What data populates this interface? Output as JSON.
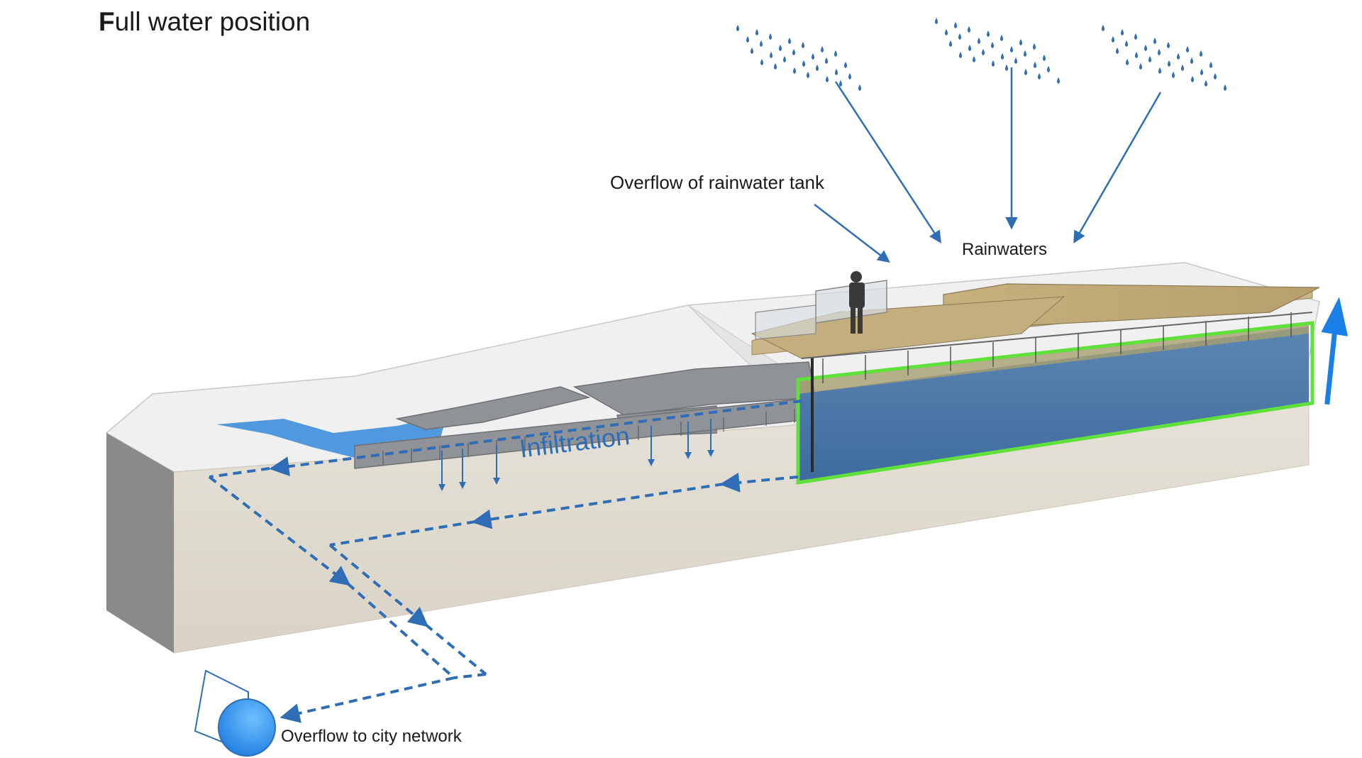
{
  "title": {
    "first_letter": "F",
    "rest": "ull water position"
  },
  "labels": {
    "overflow_tank": "Overflow of rainwater tank",
    "rainwaters": "Rainwaters",
    "infiltration": "Infiltration",
    "overflow_city": "Overflow to city network"
  },
  "colors": {
    "water": "#3a6fa8",
    "water_light": "#3f8fdc",
    "arrow_blue": "#2f6db6",
    "tank_outline": "#5fe03a",
    "ground": "#e0dbd0",
    "deck": "#c9b588",
    "pavers": "#8f9296"
  }
}
